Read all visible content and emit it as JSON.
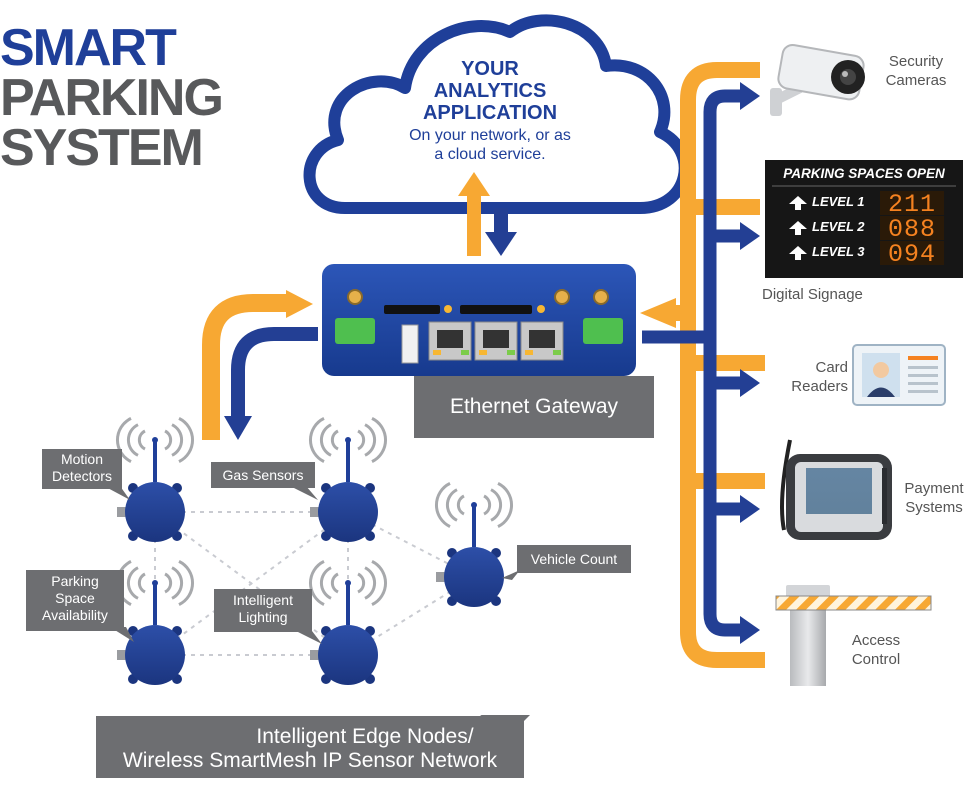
{
  "title": {
    "line1": "SMART",
    "line2": "PARKING",
    "line3": "SYSTEM"
  },
  "cloud": {
    "line1": "YOUR",
    "line2": "ANALYTICS",
    "line3": "APPLICATION",
    "sub1": "On your network, or as",
    "sub2": "a cloud service."
  },
  "gateway": {
    "label": "Ethernet Gateway"
  },
  "sensors": {
    "motion": [
      "Motion",
      "Detectors"
    ],
    "gas": "Gas Sensors",
    "parking": [
      "Parking",
      "Space",
      "Availability"
    ],
    "lighting": [
      "Intelligent",
      "Lighting"
    ],
    "vehicle": "Vehicle Count"
  },
  "network": {
    "line1": "Intelligent Edge Nodes/",
    "line2": "Wireless SmartMesh IP Sensor Network"
  },
  "devices": {
    "cameras": [
      "Security",
      "Cameras"
    ],
    "signage_label": "Digital Signage",
    "card": [
      "Card",
      "Readers"
    ],
    "payment": [
      "Payment",
      "Systems"
    ],
    "access": [
      "Access",
      "Control"
    ]
  },
  "signage": {
    "header": "PARKING SPACES OPEN",
    "rows": [
      {
        "level": "LEVEL 1",
        "count": "211"
      },
      {
        "level": "LEVEL 2",
        "count": "088"
      },
      {
        "level": "LEVEL 3",
        "count": "094"
      }
    ]
  },
  "colors": {
    "brand_blue": "#1f3f99",
    "title_gray": "#58595b",
    "arrow_orange": "#f7a833",
    "arrow_blue": "#233f94",
    "callout_gray": "#6d6e71",
    "led_orange": "#f58220"
  }
}
